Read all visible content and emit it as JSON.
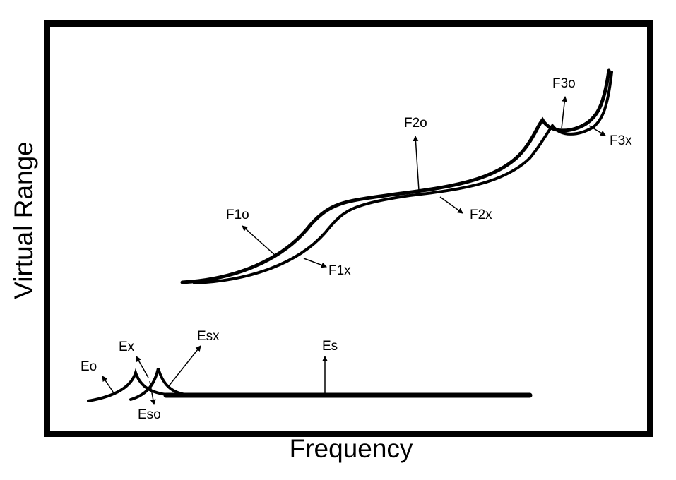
{
  "axes": {
    "x_label": "Frequency",
    "y_label": "Virtual Range"
  },
  "traces": {
    "e_layer": [
      "Eo",
      "Ex",
      "Eso",
      "Esx",
      "Es"
    ],
    "f_layer": [
      "F1o",
      "F1x",
      "F2o",
      "F2x",
      "F3o",
      "F3x"
    ]
  },
  "colors": {
    "line": "#000000",
    "background": "#ffffff"
  }
}
